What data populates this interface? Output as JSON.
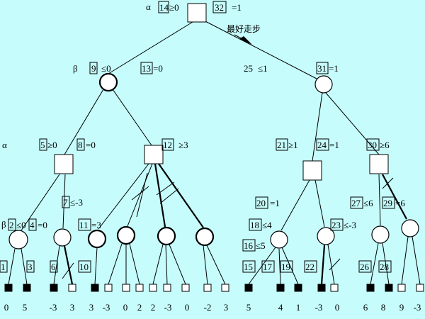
{
  "row_labels": {
    "alpha": "α",
    "beta": "β"
  },
  "annotations": {
    "root_alpha_num": "14",
    "root_alpha_rel": "≥0",
    "root_final_num": "32",
    "root_final_rel": "=1",
    "best_move": "最好走步",
    "b9_num": "9",
    "b9_rel": "≤0",
    "b13_num": "13",
    "b13_rel": "=0",
    "b25_num": "25",
    "b25_rel": "≤1",
    "b31_num": "31",
    "b31_rel": "=1",
    "a5_num": "5",
    "a5_rel": "≥0",
    "a8_num": "8",
    "a8_rel": "=0",
    "a12_num": "12",
    "a12_rel": "≥3",
    "a21_num": "21",
    "a21_rel": "≥1",
    "a24_num": "24",
    "a24_rel": "=1",
    "a30_num": "30",
    "a30_rel": "≥6",
    "b7_num": "7",
    "b7_rel": "≤-3",
    "b20_num": "20",
    "b20_rel": "=1",
    "b27_num": "27",
    "b27_rel": "≤6",
    "b29_num": "29",
    "b29_rel": "=6",
    "b2_num": "2",
    "b2_rel": "≤0",
    "b4_num": "4",
    "b4_rel": "=0",
    "b11_num": "11",
    "b11_rel": "=3",
    "b18_num": "18",
    "b18_rel": "≤4",
    "b16_num": "16",
    "b16_rel": "≤5",
    "b23_num": "23",
    "b23_rel": "≤-3"
  },
  "leaf_step_labels": [
    "1",
    "3",
    "6",
    "10",
    "15",
    "17",
    "19",
    "22",
    "26",
    "28"
  ],
  "leaf_values": [
    "0",
    "5",
    "-3",
    "3",
    "3",
    "-3",
    "0",
    "2",
    "2",
    "-3",
    "0",
    "-2",
    "3",
    "5",
    "4",
    "1",
    "-3",
    "0",
    "6",
    "8",
    "9",
    "-3"
  ]
}
